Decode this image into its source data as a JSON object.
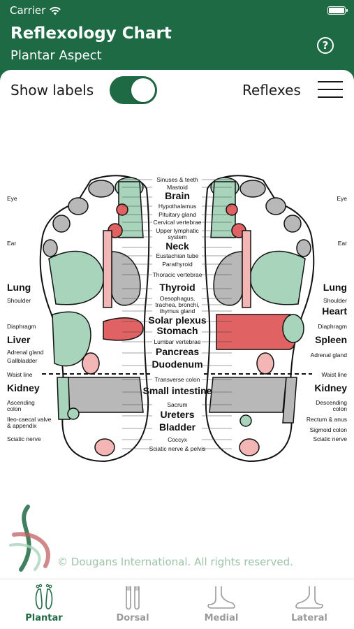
{
  "status_bar": {
    "carrier": "Carrier"
  },
  "header": {
    "title": "Reflexology Chart",
    "subtitle": "Plantar Aspect",
    "help_icon": "?"
  },
  "controls": {
    "show_labels": "Show labels",
    "show_labels_on": true,
    "reflexes": "Reflexes"
  },
  "chart": {
    "center_labels": [
      "Sinuses & teeth",
      "Mastoid",
      "Brain",
      "Hypothalamus",
      "Pituitary gland",
      "Cervical vertebrae",
      "Upper lymphatic",
      "system",
      "Neck",
      "Eustachian tube",
      "Parathyroid",
      "Thoracic vertebrae",
      "Thyroid",
      "Oesophagus,",
      "trachea, bronchi,",
      "thymus gland",
      "Solar plexus",
      "Stomach",
      "Lumbar vertebrae",
      "Pancreas",
      "Duodenum",
      "Transverse colon",
      "Small intestine",
      "Sacrum",
      "Ureters",
      "Bladder",
      "Coccyx",
      "Sciatic nerve & pelvis"
    ],
    "left_labels": [
      "Eye",
      "Ear",
      "Lung",
      "Shoulder",
      "Diaphragm",
      "Liver",
      "Adrenal gland",
      "Gallbladder",
      "Waist line",
      "Kidney",
      "Ascending",
      "colon",
      "Ileo-caecal valve",
      "& appendix",
      "Sciatic nerve"
    ],
    "right_labels": [
      "Eye",
      "Ear",
      "Lung",
      "Shoulder",
      "Heart",
      "Diaphragm",
      "Spleen",
      "Adrenal gland",
      "Waist line",
      "Kidney",
      "Descending",
      "colon",
      "Rectum & anus",
      "Sigmoid colon",
      "Sciatic nerve"
    ]
  },
  "footer": {
    "copyright": "© Dougans International. All rights reserved."
  },
  "tabs": [
    {
      "label": "Plantar",
      "active": true
    },
    {
      "label": "Dorsal",
      "active": false
    },
    {
      "label": "Medial",
      "active": false
    },
    {
      "label": "Lateral",
      "active": false
    }
  ],
  "colors": {
    "primary": "#1e6a45",
    "organ_green": "#a8d4bb",
    "organ_red": "#e06262",
    "organ_pink": "#f4b5b5",
    "organ_grey": "#b8b8b8"
  }
}
